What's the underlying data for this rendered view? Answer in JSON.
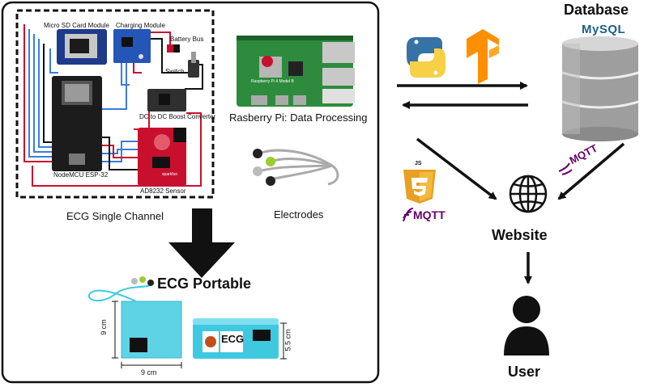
{
  "circuit": {
    "micro_sd": "Micro SD Card Module",
    "charging": "Charging Module",
    "battery_bus": "Battery Bus",
    "switch": "Switch",
    "dcdc": "DC to DC Boost Converter",
    "esp32": "NodeMCU ESP-32",
    "ad8232": "AD8232 Sensor",
    "sensor_mark": "sparkfun",
    "caption": "ECG Single Channel"
  },
  "rpi": {
    "caption": "Rasberry Pi: Data Processing",
    "board_text": "Raspberry Pi 4 Model B"
  },
  "electrodes": {
    "caption": "Electrodes"
  },
  "portable": {
    "title": "ECG Portable",
    "height_dim": "9 cm",
    "width_dim": "9 cm",
    "depth_dim": "5.5 cm",
    "device_label": "ECG"
  },
  "database": {
    "title": "Database",
    "mysql": "MySQL"
  },
  "mqtt": {
    "right": "MQTT",
    "left": "MQTT",
    "js_badge": "JS"
  },
  "website": {
    "label": "Website"
  },
  "user": {
    "label": "User"
  },
  "colors": {
    "python_blue": "#3772a4",
    "python_yellow": "#f7d046",
    "tf_orange": "#ff8f00",
    "js_orange": "#e8a023",
    "mqtt_purple": "#660066",
    "sensor_red": "#c8102e",
    "box_cyan": "#3ec9e0"
  }
}
